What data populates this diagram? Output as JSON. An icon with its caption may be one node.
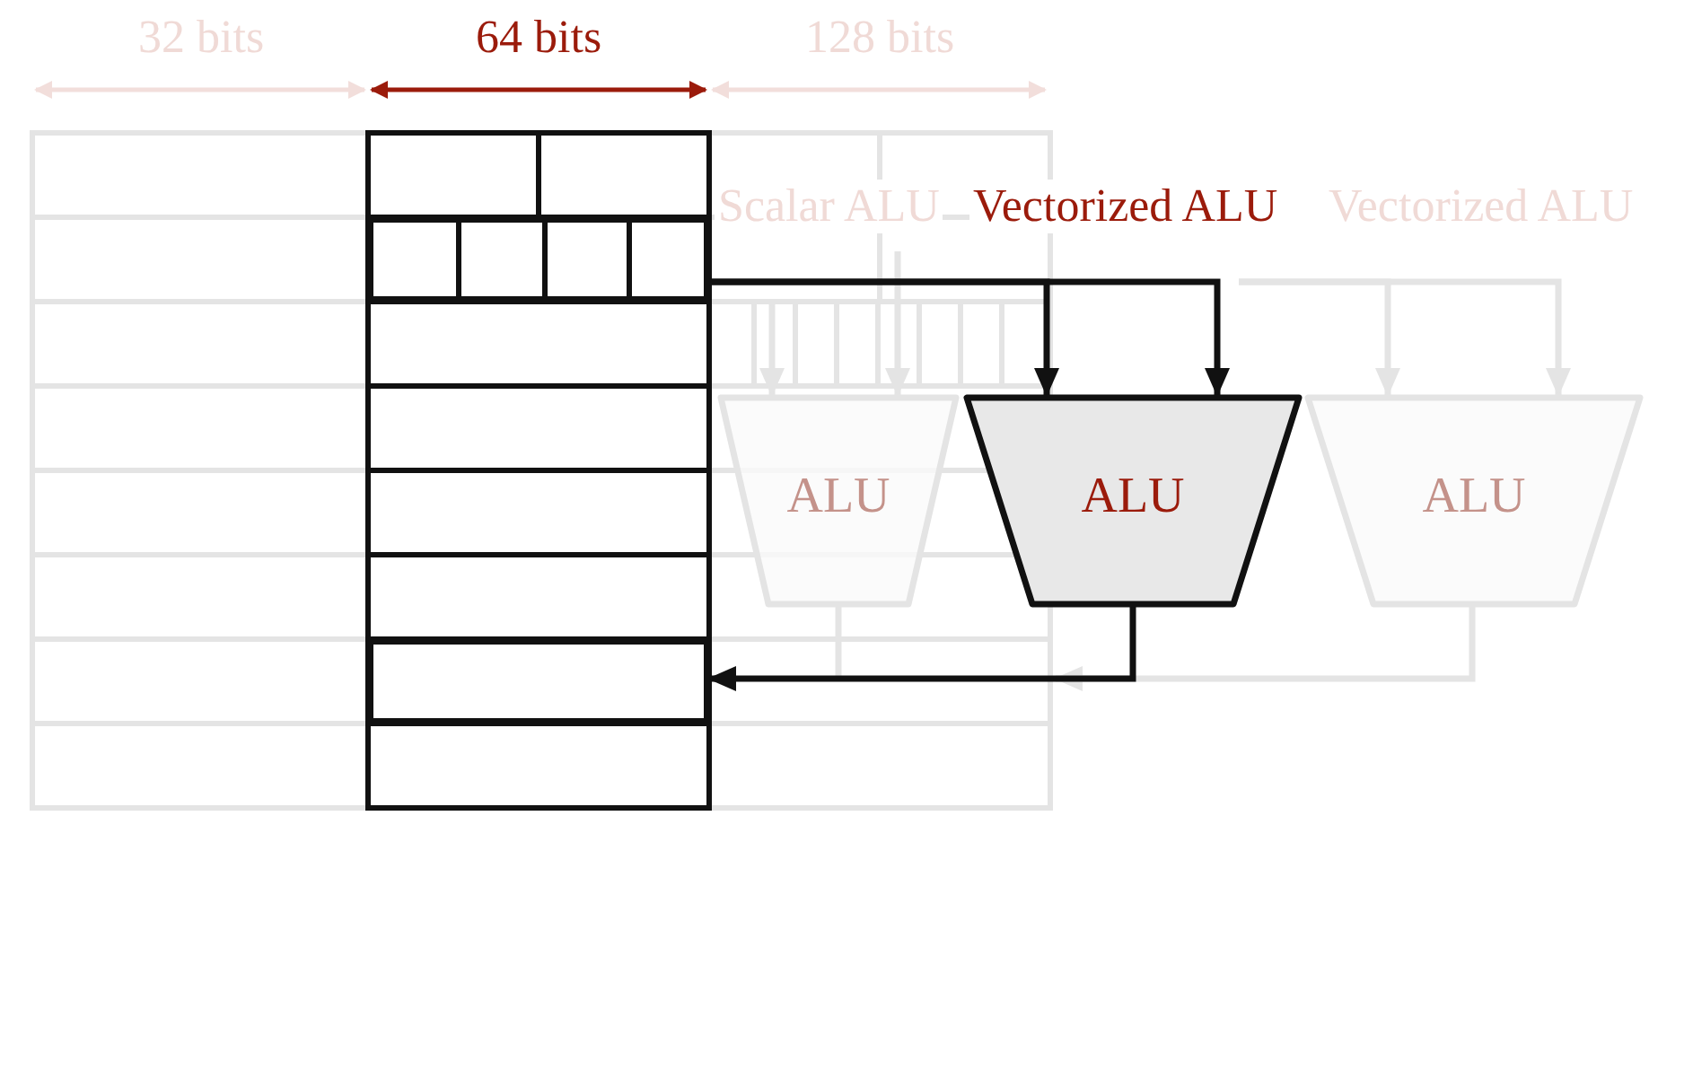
{
  "diagram": {
    "nodes": [
      {
        "text": [],
        "shape": "box"
      },
      {
        "text": [],
        "shape": "box"
      },
      {
        "text": [
          "ALU"
        ]
      },
      {
        "text": [
          "ALU"
        ]
      },
      {
        "text": [
          "ALU"
        ]
      }
    ],
    "edges": [
      {
        "from": 0,
        "to": 3,
        "arrow": "to",
        "color": "#111111"
      },
      {
        "from": 0,
        "to": 3,
        "arrow": "to",
        "color": "#111111"
      },
      {
        "from": 3,
        "to": 1,
        "arrow": "to",
        "color": "#111111"
      },
      {
        "from": null,
        "to": 2,
        "arrow": "to",
        "color": "#e4e4e4"
      },
      {
        "from": null,
        "to": 2,
        "arrow": "to",
        "color": "#e4e4e4"
      },
      {
        "from": null,
        "to": 4,
        "arrow": "to",
        "color": "#e4e4e4"
      },
      {
        "from": null,
        "to": 4,
        "arrow": "to",
        "color": "#e4e4e4"
      },
      {
        "from": 4,
        "to": null,
        "arrow": "to",
        "color": "#e4e4e4"
      },
      {
        "from": 2,
        "to": null,
        "arrow": "none",
        "color": "#e4e4e4"
      }
    ],
    "labels": [
      "32 bits",
      "64 bits",
      "128 bits",
      "Scalar ALU",
      "Vectorized ALU",
      "Vectorized ALU"
    ]
  }
}
